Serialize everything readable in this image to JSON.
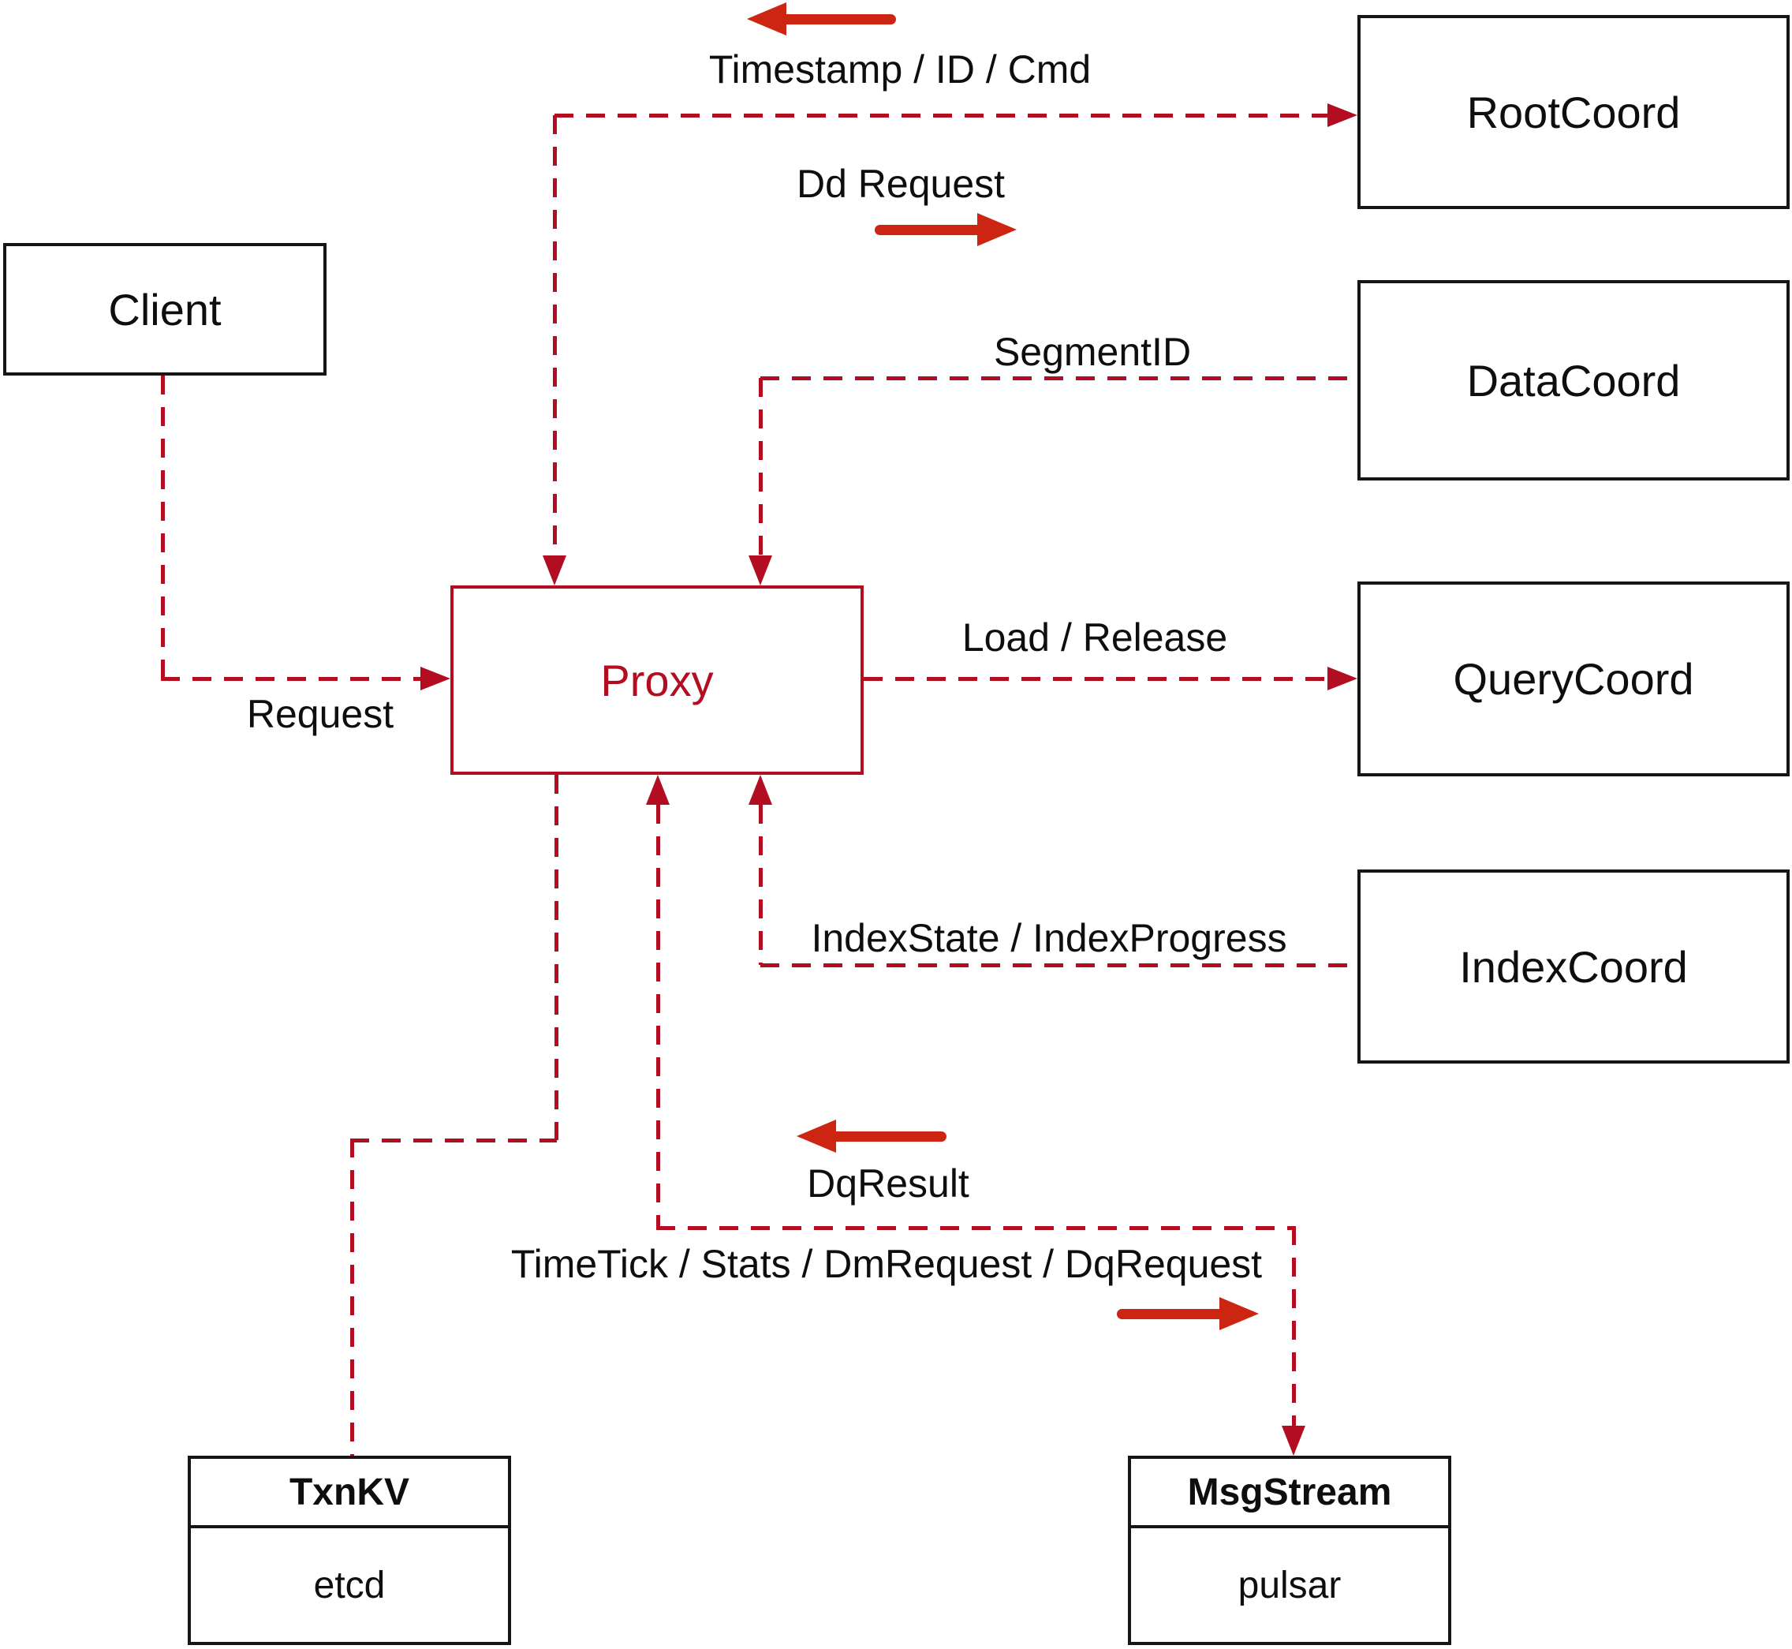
{
  "diagram": {
    "type": "architecture-diagram",
    "colors": {
      "edge_line": "#b20d20",
      "solid_arrow": "#cc2511",
      "node_border": "#161616",
      "proxy_accent": "#b20d20",
      "text": "#0e0e0e",
      "background": "#ffffff"
    },
    "nodes": {
      "client": {
        "label": "Client"
      },
      "proxy": {
        "label": "Proxy"
      },
      "rootcoord": {
        "label": "RootCoord"
      },
      "datacoord": {
        "label": "DataCoord"
      },
      "querycoord": {
        "label": "QueryCoord"
      },
      "indexcoord": {
        "label": "IndexCoord"
      },
      "txnkv": {
        "title": "TxnKV",
        "impl": "etcd"
      },
      "msgstream": {
        "title": "MsgStream",
        "impl": "pulsar"
      }
    },
    "labels": {
      "timestamp": "Timestamp / ID / Cmd",
      "dd_request": "Dd Request",
      "segment_id": "SegmentID",
      "load_release": "Load / Release",
      "index_state": "IndexState / IndexProgress",
      "request": "Request",
      "dq_result": "DqResult",
      "timetick": "TimeTick / Stats / DmRequest / DqRequest"
    },
    "edges": [
      {
        "from": "Client",
        "to": "Proxy",
        "style": "dashed",
        "label": "Request",
        "bidirectional": false
      },
      {
        "from": "Proxy",
        "to": "RootCoord",
        "style": "dashed",
        "label": "Dd Request",
        "reverse_label": "Timestamp / ID / Cmd",
        "bidirectional": true
      },
      {
        "from": "DataCoord",
        "to": "Proxy",
        "style": "dashed",
        "label": "SegmentID",
        "bidirectional": false
      },
      {
        "from": "Proxy",
        "to": "QueryCoord",
        "style": "dashed",
        "label": "Load / Release",
        "bidirectional": false
      },
      {
        "from": "IndexCoord",
        "to": "Proxy",
        "style": "dashed",
        "label": "IndexState / IndexProgress",
        "bidirectional": false
      },
      {
        "from": "Proxy",
        "to": "MsgStream",
        "style": "dashed",
        "label": "TimeTick / Stats / DmRequest / DqRequest",
        "reverse_label": "DqResult",
        "bidirectional": true
      },
      {
        "from": "Proxy",
        "to": "TxnKV",
        "style": "dashed",
        "label": "",
        "bidirectional": false
      }
    ]
  }
}
